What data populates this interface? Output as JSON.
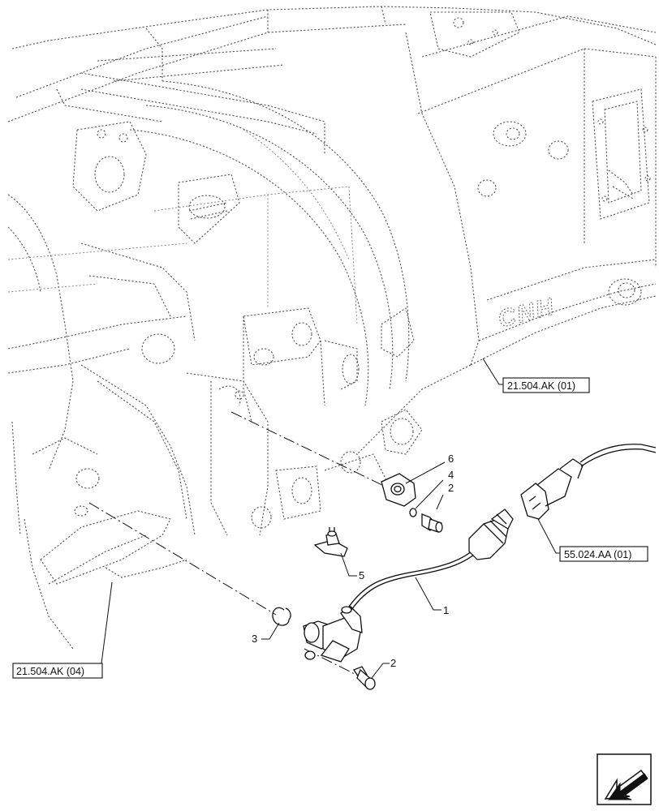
{
  "diagram": {
    "brand_mark": "CNH",
    "callouts": [
      {
        "id": "c1",
        "label": "1"
      },
      {
        "id": "c2a",
        "label": "2"
      },
      {
        "id": "c2b",
        "label": "2"
      },
      {
        "id": "c3",
        "label": "3"
      },
      {
        "id": "c4",
        "label": "4"
      },
      {
        "id": "c5",
        "label": "5"
      },
      {
        "id": "c6",
        "label": "6"
      }
    ],
    "references": [
      {
        "id": "r1",
        "label": "21.504.AK (01)"
      },
      {
        "id": "r2",
        "label": "55.024.AA (01)"
      },
      {
        "id": "r3",
        "label": "21.504.AK (04)"
      }
    ],
    "nav_icon": "arrow-left-icon"
  }
}
